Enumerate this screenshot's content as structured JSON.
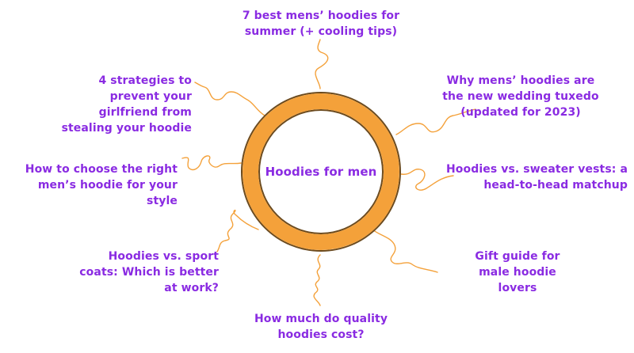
{
  "diagram": {
    "center": "Hoodies for men",
    "topics": [
      "7 best mens’ hoodies for summer (+ cooling tips)",
      "Why mens’ hoodies are the new wedding tuxedo (updated for 2023)",
      "Hoodies vs. sweater vests: a head-to-head matchup",
      "Gift guide for male hoodie lovers",
      "How much do quality hoodies cost?",
      "Hoodies vs. sport coats: Which is better at work?",
      "How to choose the right men’s hoodie for your style",
      "4 strategies to prevent your girlfriend from stealing your hoodie"
    ]
  },
  "colors": {
    "accent": "#8A2BE2",
    "ring": "#F4A13A",
    "connector": "#F4A13A"
  }
}
